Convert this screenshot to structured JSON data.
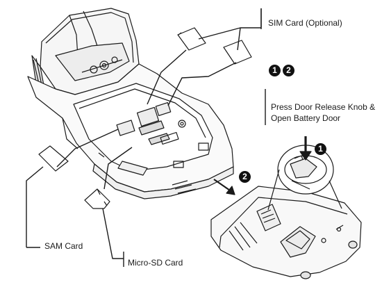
{
  "labels": {
    "sim_card": "SIM Card (Optional)",
    "sam_card": "SAM Card",
    "micro_sd": "Micro-SD Card",
    "instruction_line1": "Press Door Release Knob &",
    "instruction_line2": "Open Battery Door"
  },
  "steps": {
    "one": "1",
    "two": "2"
  },
  "colors": {
    "ink": "#1a1a1a",
    "badge": "#111111",
    "paper": "#ffffff"
  }
}
